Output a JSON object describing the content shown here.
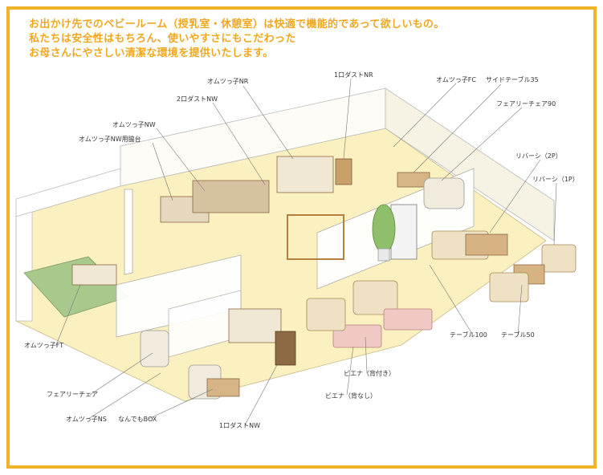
{
  "intro": {
    "line1": "お出かけ先でのベビールーム（授乳室・休憩室）は快適で機能的であって欲しいもの。",
    "line2": "私たちは安全性はもちろん、使いやすさにもこだわった",
    "line3": "お母さんにやさしい清潔な環境を提供いたします。"
  },
  "labels": {
    "omutsu_nr": "オムツっ子NR",
    "ni_dust_nw": "2口ダストNW",
    "omutsu_nw": "オムツっ子NW",
    "omutsu_nw_stand": "オムツっ子NW用脇台",
    "ichi_dust_nr": "1口ダストNR",
    "omutsu_fc": "オムツっ子FC",
    "side_table": "サイドテーブル35",
    "fairy_chair_90": "フェアリーチェア90",
    "reversi_2p": "リバーシ（2P）",
    "reversi_1p": "リバーシ（1P）",
    "omutsu_ft": "オムツっ子FT",
    "fairy_chair": "フェアリーチェア",
    "omutsu_ns": "オムツっ子NS",
    "nandemo_box": "なんでもBOX",
    "ichi_dust_nw": "1口ダストNW",
    "vienna_back": "ビエナ（背付き）",
    "vienna_noback": "ビエナ（背なし）",
    "table_100": "テーブル100",
    "table_50": "テーブル50"
  },
  "colors": {
    "frame": "#f2b229",
    "intro_text": "#f0a821",
    "floor": "#fbf0bf",
    "tatami": "#a9c98c",
    "wall": "#ffffff",
    "wood": "#c9a06a",
    "pink_sofa": "#f0c8c4",
    "beige_sofa": "#efe2c4"
  }
}
